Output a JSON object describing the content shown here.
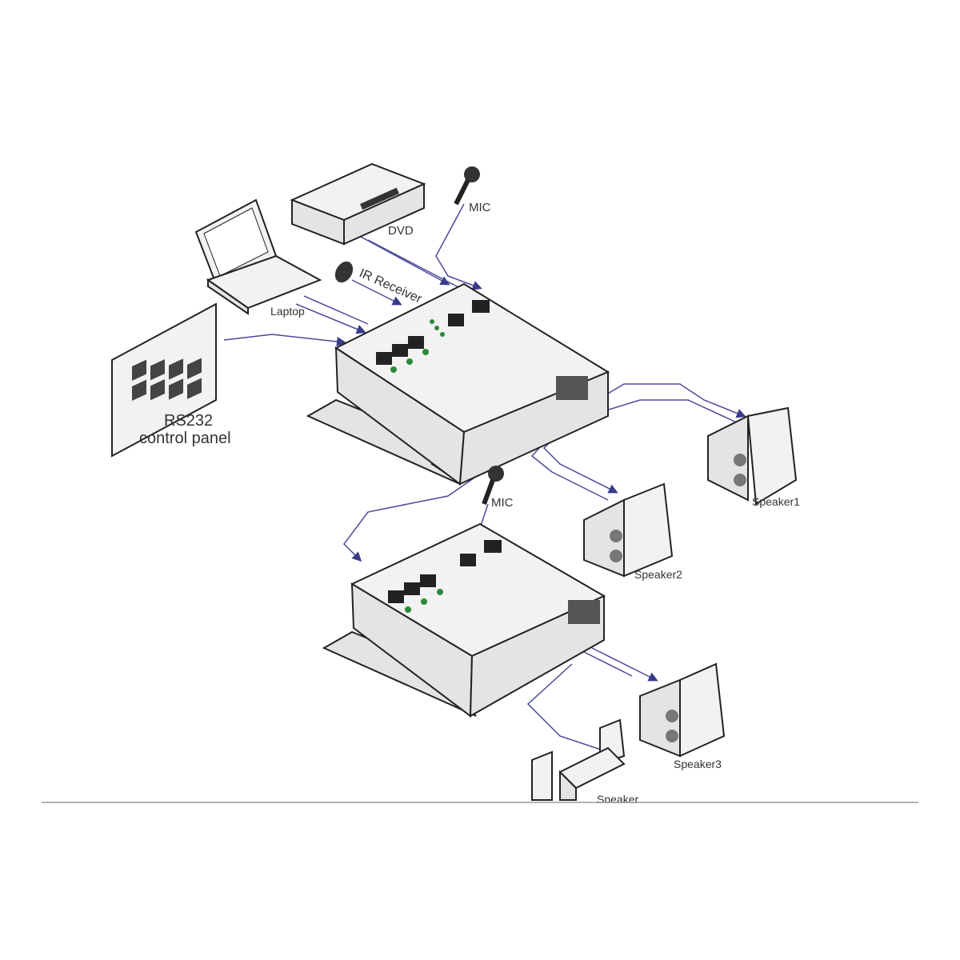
{
  "labels": {
    "dvd": "DVD",
    "mic_top": "MIC",
    "ir_receiver": "IR Receiver",
    "laptop": "Laptop",
    "rs232_line1": "RS232",
    "rs232_line2": "control panel",
    "speaker1": "Speaker1",
    "speaker2": "Speaker2",
    "mic_bottom": "MIC",
    "speaker3": "Speaker3",
    "speaker_bottom": "Speaker"
  },
  "colors": {
    "wire": "#4a4a9a",
    "led": "#2a8a3a",
    "rule": "#999999"
  }
}
